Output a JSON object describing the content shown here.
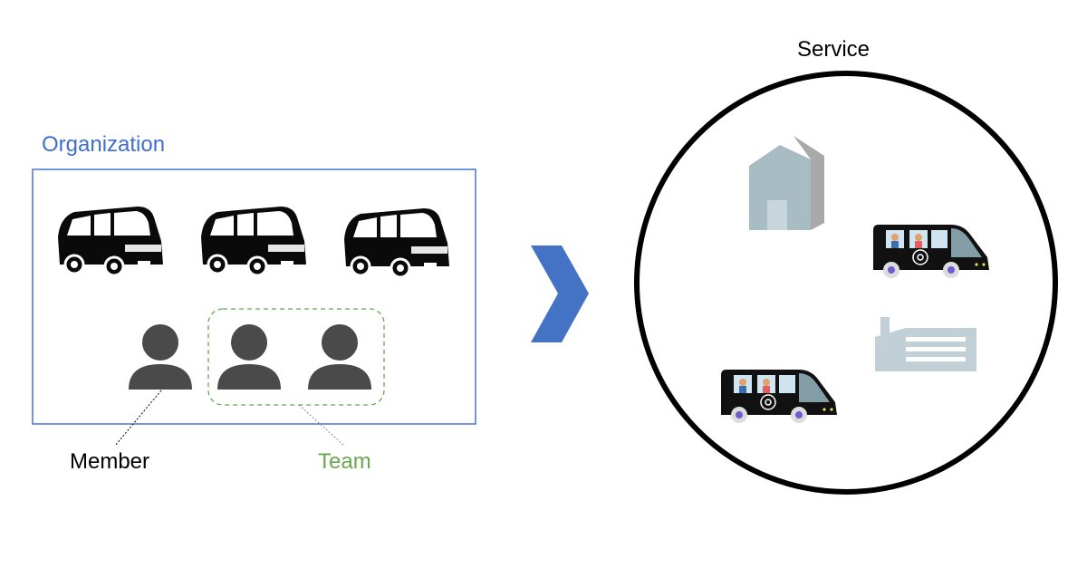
{
  "organization": {
    "label": "Organization",
    "color": "#3f6fcb"
  },
  "member": {
    "label": "Member",
    "color": "#000000"
  },
  "team": {
    "label": "Team",
    "color": "#6aa84f"
  },
  "service": {
    "label": "Service",
    "color": "#000000"
  },
  "arrow": {
    "color": "#4472c4"
  },
  "icons": {
    "org_vans": [
      "van-icon",
      "van-icon",
      "van-icon"
    ],
    "people": [
      "person-icon",
      "person-icon",
      "person-icon"
    ],
    "service_items": [
      "house-icon",
      "robo-bus-icon",
      "factory-icon",
      "robo-bus-icon"
    ]
  }
}
